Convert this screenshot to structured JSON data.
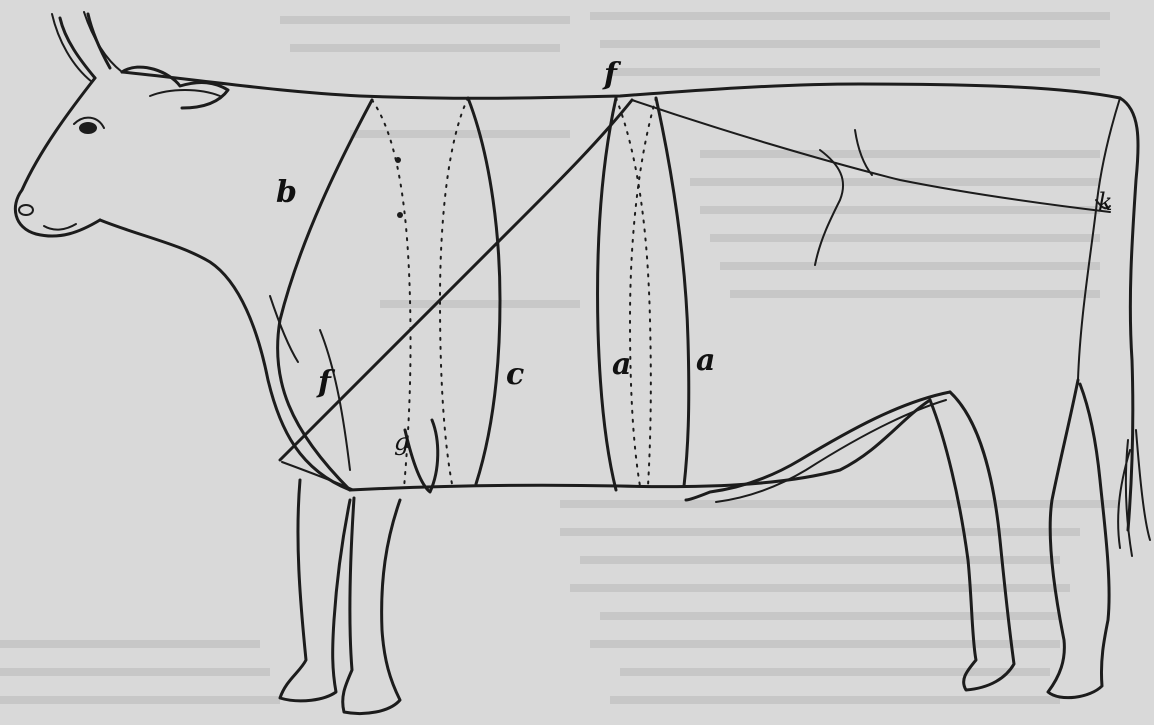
{
  "figure": {
    "labels": {
      "f_top": "f",
      "b": "b",
      "c": "c",
      "a_inner": "a",
      "a_outer": "a",
      "f_lower": "f",
      "g": "g",
      "k": "k"
    }
  }
}
